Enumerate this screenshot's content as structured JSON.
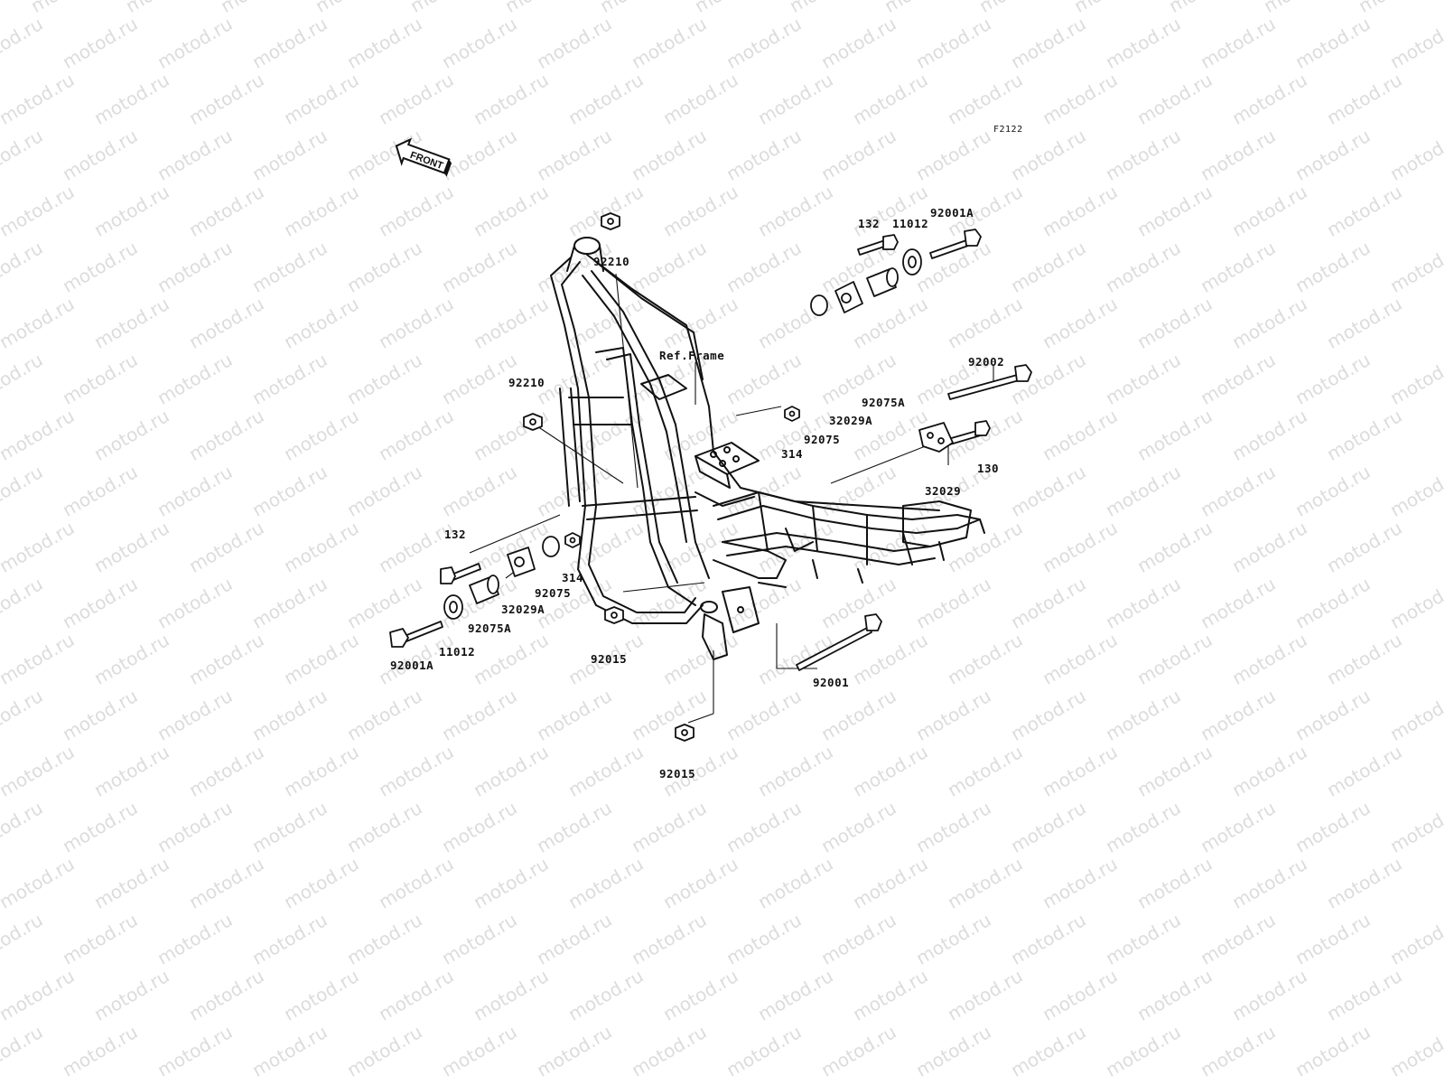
{
  "watermark": "motod.ru",
  "figure_code": "F2122",
  "front_label": "FRONT",
  "ref_label": "Ref.Frame",
  "parts": {
    "p92210_top": "92210",
    "p92210_left": "92210",
    "p132_right": "132",
    "p11012_right": "11012",
    "p92001A_right": "92001A",
    "p92002": "92002",
    "p92075A_right": "92075A",
    "p32029A_right": "32029A",
    "p92075_right": "92075",
    "p314_right": "314",
    "p130": "130",
    "p32029": "32029",
    "p132_left": "132",
    "p314_left": "314",
    "p92075_left": "92075",
    "p32029A_left": "32029A",
    "p92075A_left": "92075A",
    "p11012_left": "11012",
    "p92001A_left": "92001A",
    "p92015_mid": "92015",
    "p92015_bottom": "92015",
    "p92001": "92001"
  },
  "colors": {
    "line": "#111111",
    "watermark": "#dcdcdc"
  }
}
